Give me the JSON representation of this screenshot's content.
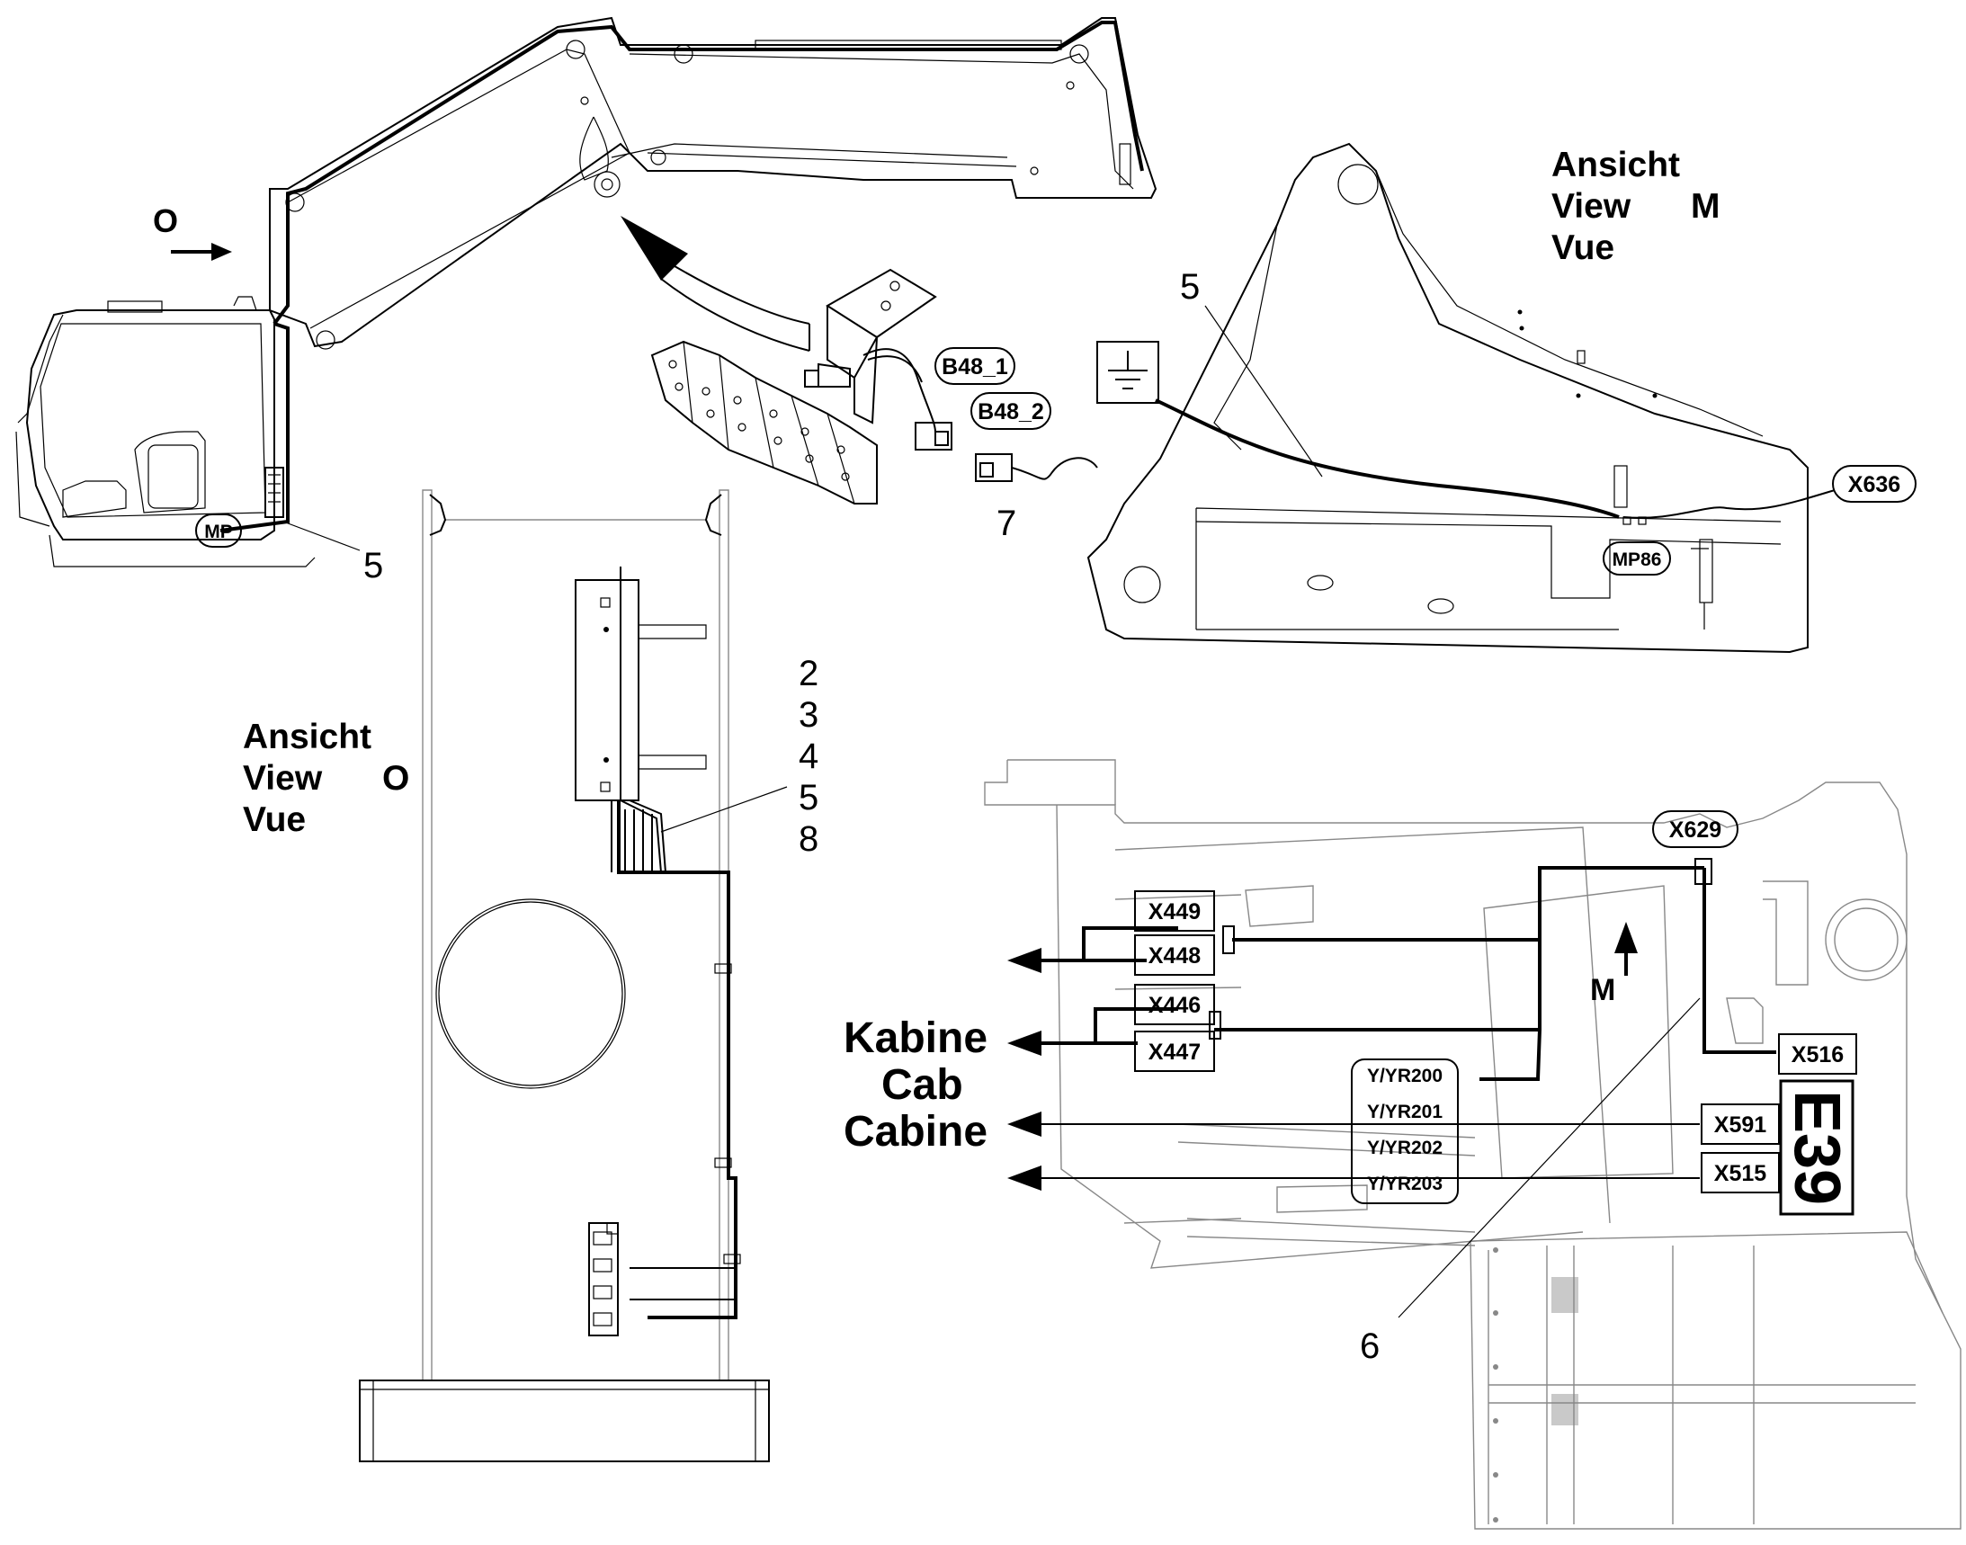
{
  "views": {
    "o": {
      "line1": "Ansicht",
      "line2": "View",
      "line3": "Vue",
      "letter": "O"
    },
    "m": {
      "line1": "Ansicht",
      "line2": "View",
      "line3": "Vue",
      "letter": "M"
    }
  },
  "labels": {
    "arrow_o": "O",
    "arrow_m": "M",
    "mp": "MP",
    "mp86": "MP86",
    "b48_1": "B48_1",
    "b48_2": "B48_2",
    "x636": "X636",
    "x629": "X629",
    "x449": "X449",
    "x448": "X448",
    "x446": "X446",
    "x447": "X447",
    "x516": "X516",
    "x591": "X591",
    "x515": "X515",
    "yyr200": "Y/YR200",
    "yyr201": "Y/YR201",
    "yyr202": "Y/YR202",
    "yyr203": "Y/YR203",
    "e39": "E39"
  },
  "cab": {
    "line1": "Kabine",
    "line2": "Cab",
    "line3": "Cabine"
  },
  "callouts": {
    "n5_left": "5",
    "n5_right": "5",
    "n7": "7",
    "n6": "6",
    "list": [
      "2",
      "3",
      "4",
      "5",
      "8"
    ]
  }
}
